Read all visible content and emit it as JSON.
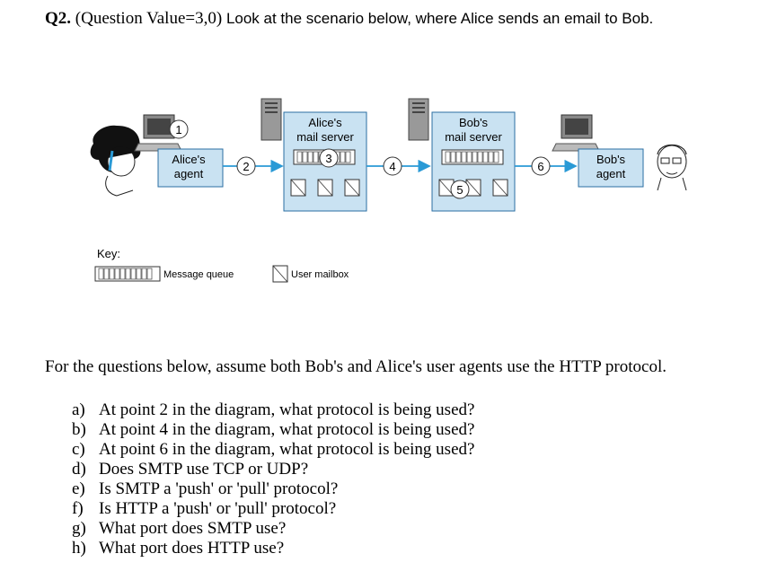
{
  "question": {
    "number": "Q2.",
    "value_note": "(Question Value=3,0)",
    "prompt": "Look at the scenario below, where Alice sends an email to Bob."
  },
  "diagram": {
    "alice_agent_line1": "Alice's",
    "alice_agent_line2": "agent",
    "alice_server_line1": "Alice's",
    "alice_server_line2": "mail server",
    "bob_server_line1": "Bob's",
    "bob_server_line2": "mail server",
    "bob_agent_line1": "Bob's",
    "bob_agent_line2": "agent",
    "points": [
      "1",
      "2",
      "3",
      "4",
      "5",
      "6"
    ],
    "key_title": "Key:",
    "key_queue": "Message queue",
    "key_mailbox": "User mailbox",
    "colors": {
      "box_fill": "#c9e2f2",
      "box_stroke": "#2b6fa3",
      "arrow": "#2a9ad6"
    }
  },
  "intro": "For the questions below, assume both Bob's and Alice's user agents use the HTTP protocol.",
  "questions": [
    {
      "letter": "a)",
      "text": "At point 2 in the diagram, what protocol is being used?"
    },
    {
      "letter": "b)",
      "text": "At point 4 in the diagram, what protocol is being used?"
    },
    {
      "letter": "c)",
      "text": "At point 6 in the diagram, what protocol is being used?"
    },
    {
      "letter": "d)",
      "text": "Does SMTP use TCP or UDP?"
    },
    {
      "letter": "e)",
      "text": "Is SMTP a 'push' or 'pull' protocol?"
    },
    {
      "letter": "f)",
      "text": "Is HTTP a 'push' or 'pull' protocol?"
    },
    {
      "letter": "g)",
      "text": "What port does SMTP use?"
    },
    {
      "letter": "h)",
      "text": "What port does HTTP use?"
    }
  ]
}
